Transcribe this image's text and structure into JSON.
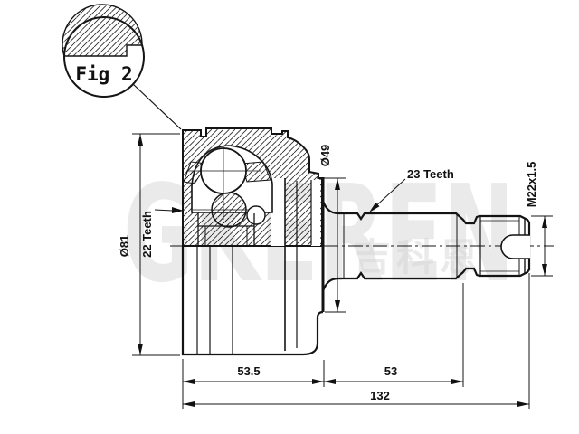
{
  "figure": {
    "label": "Fig 2"
  },
  "dimensions": {
    "outer_diameter": "Ø81",
    "inner_spline_teeth": "22 Teeth",
    "boot_seat_diameter": "Ø49",
    "shaft_spline_teeth": "23 Teeth",
    "thread_spec": "M22x1.5",
    "housing_length": "53.5",
    "spline_shaft_length": "53",
    "total_length": "132"
  },
  "watermark": {
    "brand": "GKEREN",
    "brand_cn": "吉科恩"
  },
  "colors": {
    "line": "#141414",
    "watermark": "#d6d6d6",
    "background": "#ffffff"
  }
}
